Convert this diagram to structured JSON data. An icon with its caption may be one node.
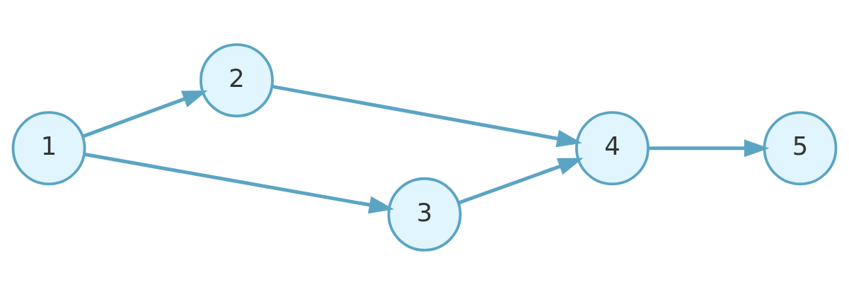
{
  "diagram": {
    "nodes": [
      {
        "text": [
          "1"
        ]
      },
      {
        "text": [
          "2"
        ]
      },
      {
        "text": [
          "3"
        ]
      },
      {
        "text": [
          "4"
        ]
      },
      {
        "text": [
          "5"
        ]
      }
    ],
    "edges": [
      {
        "from": 0,
        "to": 1,
        "arrow": "to"
      },
      {
        "from": 0,
        "to": 2,
        "arrow": "to"
      },
      {
        "from": 2,
        "to": 3,
        "arrow": "to"
      },
      {
        "from": 1,
        "to": 3,
        "arrow": "to"
      },
      {
        "from": 3,
        "to": 4,
        "arrow": "to"
      }
    ]
  }
}
